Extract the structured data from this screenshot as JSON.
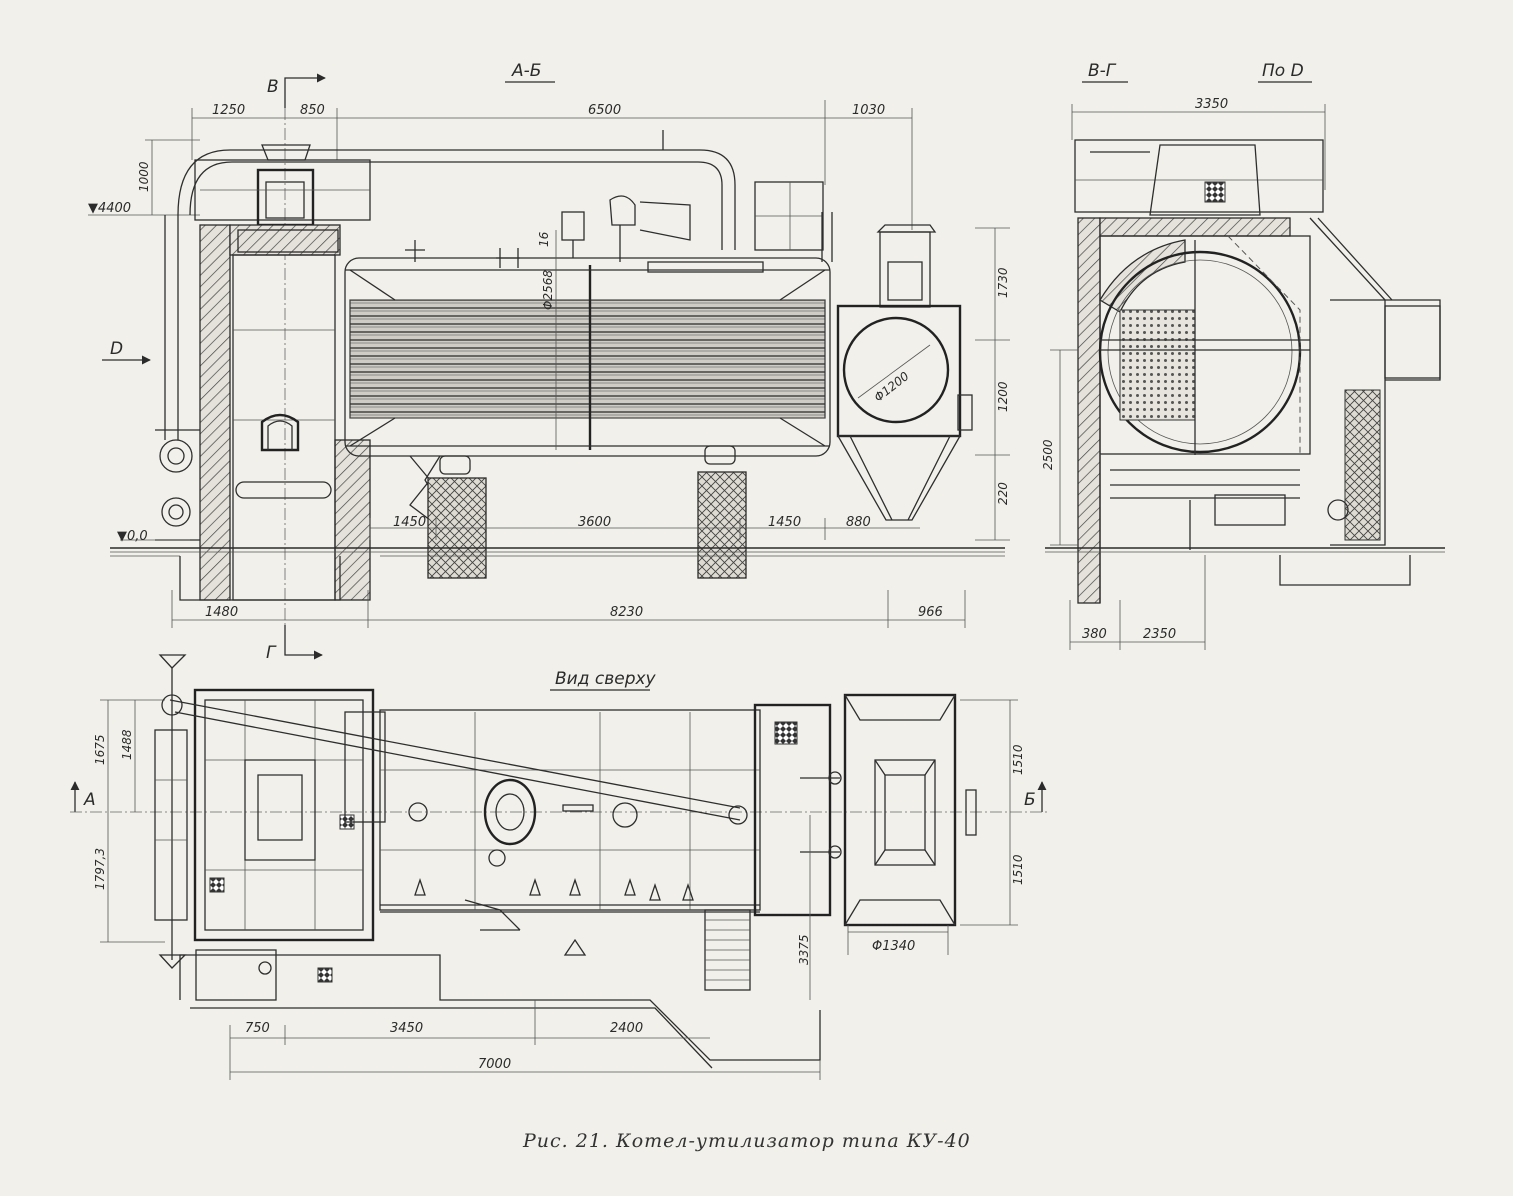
{
  "views": {
    "section_ab": {
      "title": "А-Б",
      "arrow_d": "D",
      "cut_b": "В",
      "cut_g": "Г",
      "dims_top": [
        "1250",
        "850",
        "6500",
        "1030"
      ],
      "dims_bottom_row": [
        "1450",
        "3600",
        "1450",
        "880"
      ],
      "dims_overall": [
        "1480",
        "8230",
        "966"
      ],
      "dim_left_vert": "1000",
      "level_top": "▼4400",
      "level_zero": "▼0,0",
      "drum_diameter": "Φ2568",
      "plate": "16",
      "chamber_diameter": "Φ1200",
      "dims_right_vert": [
        "1730",
        "1200",
        "220"
      ]
    },
    "section_vg": {
      "title": "В-Г",
      "title_alt": "По D",
      "dim_top": "3350",
      "dim_vert": "2500",
      "dims_bottom": [
        "380",
        "2350"
      ]
    },
    "top_view": {
      "title": "Вид сверху",
      "arrow_a": "А",
      "arrow_b": "Б",
      "dims_left": [
        "1675",
        "1488",
        "1797,3"
      ],
      "dims_right": [
        "1510",
        "1510"
      ],
      "dim_3375": "3375",
      "dim_phi": "Φ1340",
      "dims_bottom": [
        "750",
        "3450",
        "2400"
      ],
      "dim_overall": "7000"
    }
  },
  "caption": "Рис. 21. Котел-утилизатор типа КУ-40"
}
